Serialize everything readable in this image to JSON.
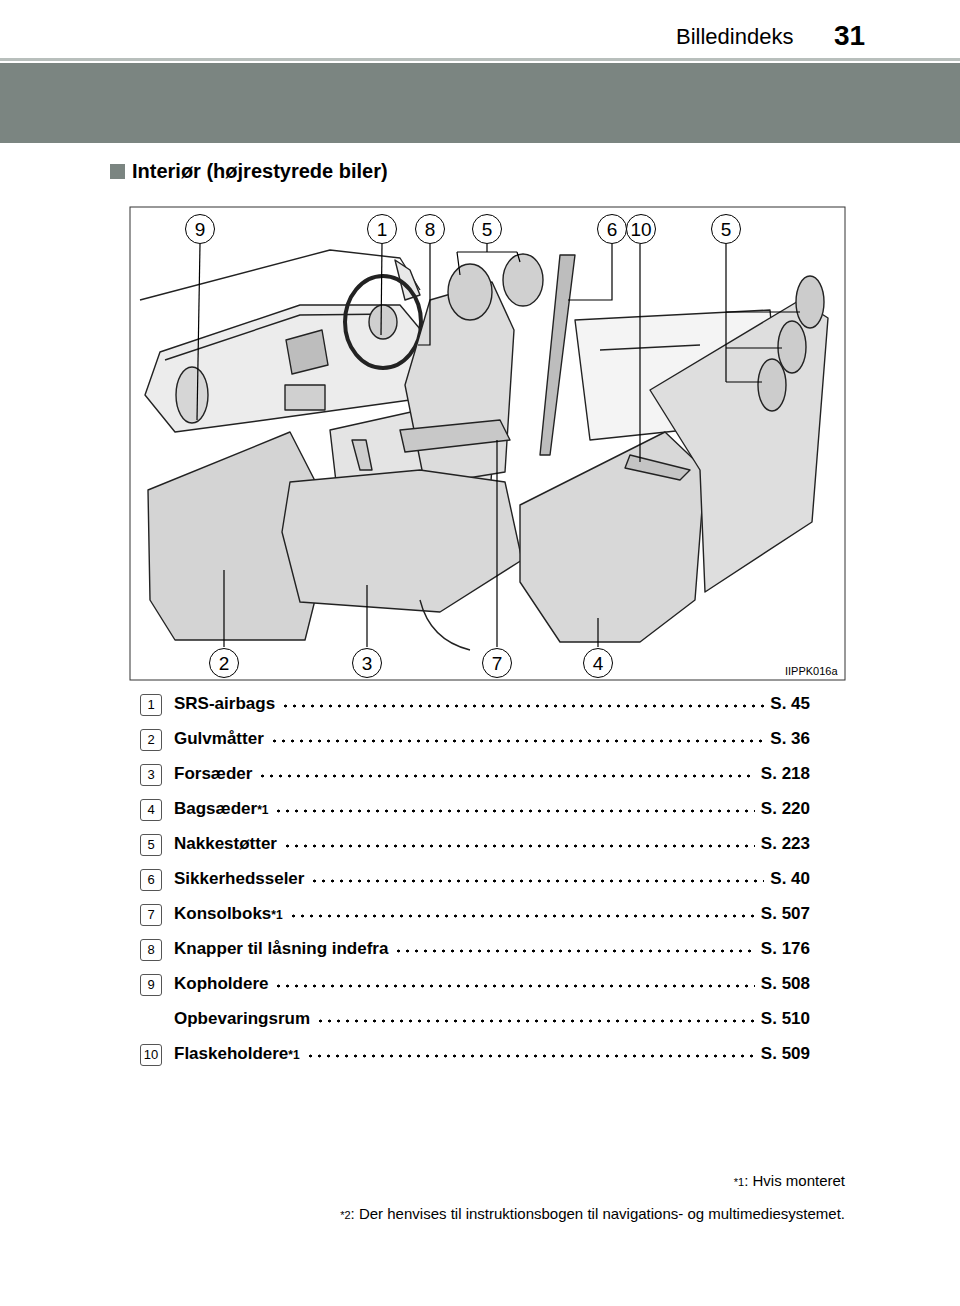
{
  "diagram": {
    "title": "Interiør (højrestyrede biler)",
    "labels": [
      "31",
      "Billedindeks",
      "9",
      "1",
      "8",
      "5",
      "6",
      "10",
      "5",
      "2",
      "3",
      "7",
      "4",
      "IIPPK016a",
      "1",
      "SRS-airbags",
      "S. 45",
      "2",
      "Gulvmåtter",
      "S. 36",
      "3",
      "Forsæder",
      "S. 218",
      "4",
      "Bagsæder",
      "*1",
      "S. 220",
      "5",
      "Nakkestøtter",
      "S. 223",
      "6",
      "Sikkerhedsseler",
      "S. 40",
      "7",
      "Konsolboks",
      "*1",
      "S. 507",
      "8",
      "Knapper til låsning indefra",
      "S. 176",
      "9",
      "Kopholdere",
      "S. 508",
      "Opbevaringsrum",
      "S. 510",
      "10",
      "Flaskeholdere",
      "*1",
      "S. 509",
      "*1",
      ": Hvis monteret",
      "*2",
      ": Der henvises til instruktionsbogen til navigations- og multimediesystemet."
    ]
  }
}
